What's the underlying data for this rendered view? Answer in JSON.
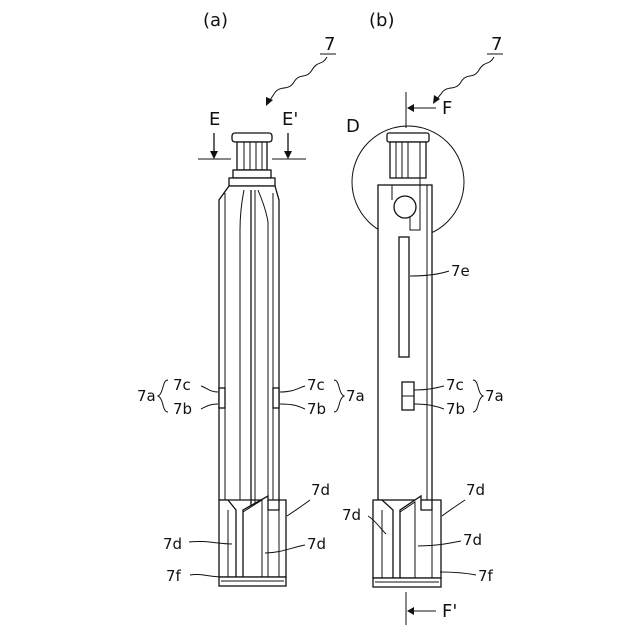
{
  "figure": {
    "panel_a": {
      "caption": "(a)",
      "ref": "7",
      "section_left": "E",
      "section_right": "E'",
      "labels": {
        "left_group": "7a",
        "left_c": "7c",
        "left_b": "7b",
        "right_c": "7c",
        "right_b": "7b",
        "right_group": "7a",
        "d_upper_right": "7d",
        "d_lower_left": "7d",
        "d_lower_right": "7d",
        "f": "7f"
      }
    },
    "panel_b": {
      "caption": "(b)",
      "ref": "7",
      "detail": "D",
      "section_top": "F",
      "section_bottom": "F'",
      "labels": {
        "e": "7e",
        "c": "7c",
        "b": "7b",
        "group": "7a",
        "d_upper_right": "7d",
        "d_left": "7d",
        "d_lower_right": "7d",
        "f": "7f"
      }
    }
  }
}
